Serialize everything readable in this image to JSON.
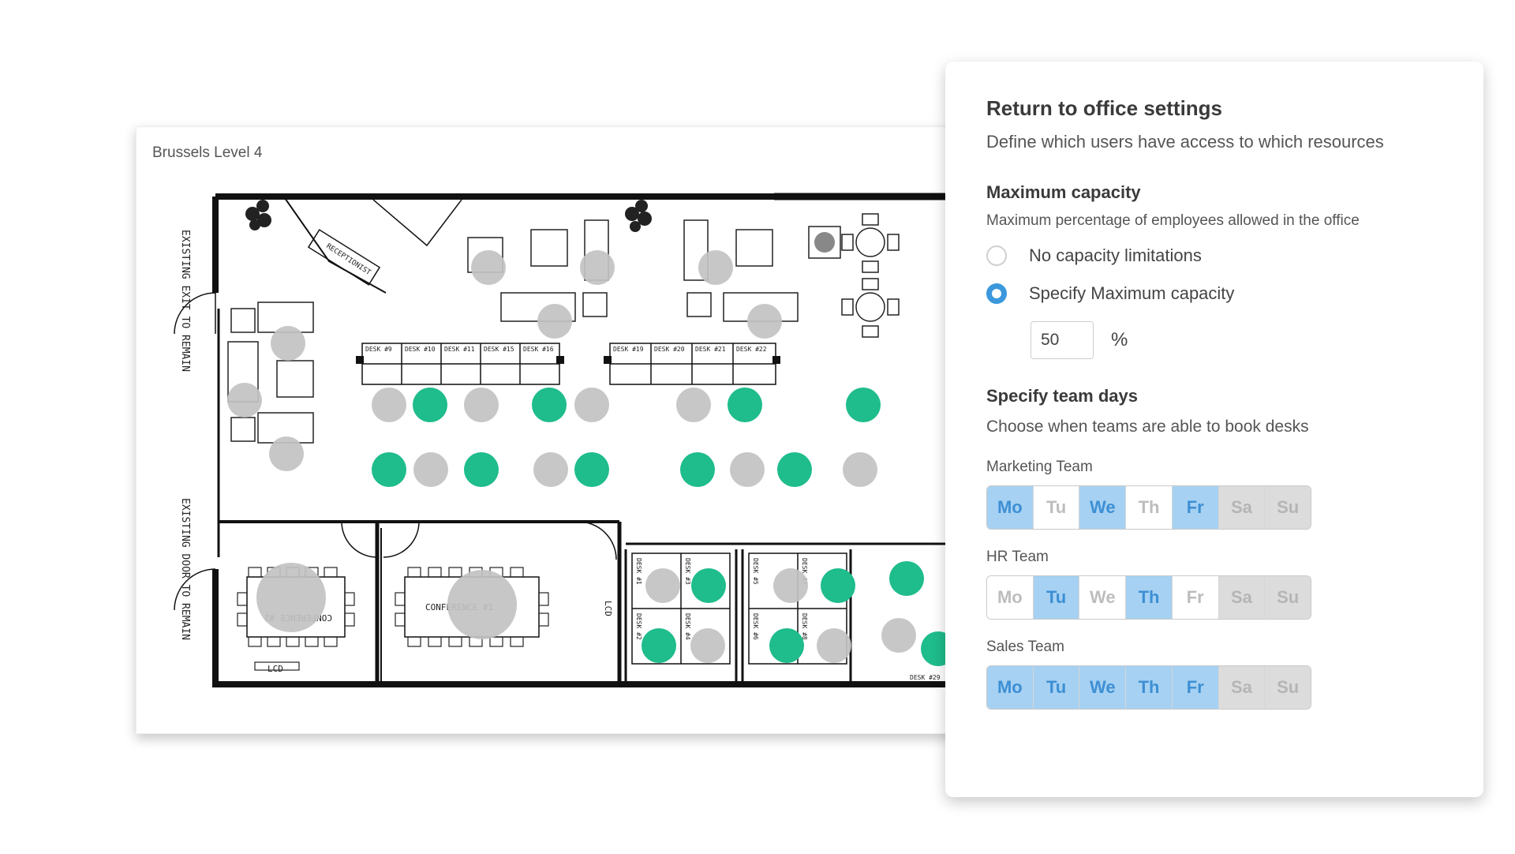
{
  "floorplan": {
    "title": "Brussels Level 4",
    "labels": {
      "exit_top": "EXISTING EXIT TO REMAIN",
      "exit_bottom": "EXISTING DOOR TO REMAIN",
      "receptionist": "RECEPTIONIST",
      "conference_1": "CONFERENCE #1",
      "conference_2": "CONFERENCE #2",
      "lcd_1": "LCD",
      "lcd_2": "LCD"
    },
    "desks_row_left": [
      "DESK #9",
      "DESK #10",
      "DESK #11",
      "DESK #15",
      "DESK #16"
    ],
    "desks_row_right": [
      "DESK #19",
      "DESK #20",
      "DESK #21",
      "DESK #22"
    ],
    "desks_lower": [
      "DESK #1",
      "DESK #2",
      "DESK #3",
      "DESK #4",
      "DESK #5",
      "DESK #6",
      "DESK #7",
      "DESK #8",
      "DESK #29"
    ],
    "colors": {
      "available": "#1fbc8c",
      "occupied": "#c2c2c2"
    }
  },
  "settings": {
    "title": "Return to office settings",
    "subtitle": "Define which users have access to which resources",
    "capacity": {
      "heading": "Maximum capacity",
      "hint": "Maximum percentage of employees allowed in the office",
      "option_none": "No capacity limitations",
      "option_specify": "Specify Maximum capacity",
      "selected": "option_specify",
      "value": "50",
      "unit": "%"
    },
    "team_days": {
      "heading": "Specify team days",
      "hint": "Choose when teams are able to book desks",
      "day_labels": [
        "Mo",
        "Tu",
        "We",
        "Th",
        "Fr",
        "Sa",
        "Su"
      ],
      "teams": [
        {
          "name": "Marketing Team",
          "active": [
            true,
            false,
            true,
            false,
            true,
            false,
            false
          ]
        },
        {
          "name": "HR Team",
          "active": [
            false,
            true,
            false,
            true,
            false,
            false,
            false
          ]
        },
        {
          "name": "Sales Team",
          "active": [
            true,
            true,
            true,
            true,
            true,
            false,
            false
          ]
        }
      ]
    },
    "colors": {
      "accent": "#3b98dc",
      "active_day_bg": "#a6d1f2",
      "weekend_bg": "#dcdcdc"
    }
  }
}
